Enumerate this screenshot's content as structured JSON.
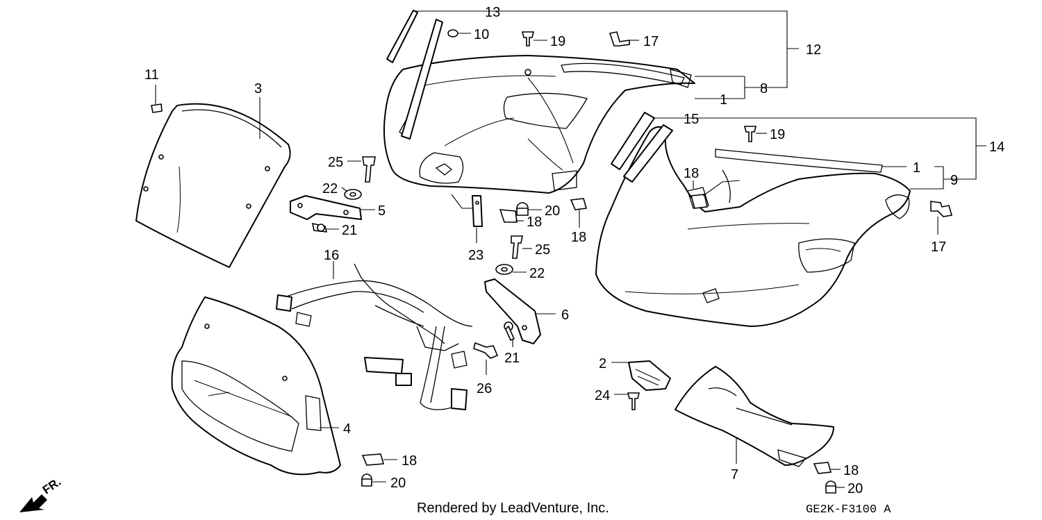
{
  "callouts": {
    "c13": "13",
    "c10": "10",
    "c19a": "19",
    "c17a": "17",
    "c12": "12",
    "c8": "8",
    "c1a": "1",
    "c11": "11",
    "c3": "3",
    "c15": "15",
    "c19b": "19",
    "c14": "14",
    "c25a": "25",
    "c22a": "22",
    "c5": "5",
    "c21a": "21",
    "c18a": "18",
    "c1b": "1",
    "c9": "9",
    "c20a": "20",
    "c18b": "18",
    "c18c": "18",
    "c23": "23",
    "c17b": "17",
    "c25b": "25",
    "c16": "16",
    "c22b": "22",
    "c6": "6",
    "c21b": "21",
    "c26": "26",
    "c2": "2",
    "c24": "24",
    "c4": "4",
    "c7": "7",
    "c18d": "18",
    "c20b": "20",
    "c18e": "18",
    "c20c": "20"
  },
  "footer": {
    "credit": "Rendered by LeadVenture, Inc.",
    "diagram_code": "GE2K-F3100 A"
  },
  "direction": {
    "label": "FR."
  }
}
